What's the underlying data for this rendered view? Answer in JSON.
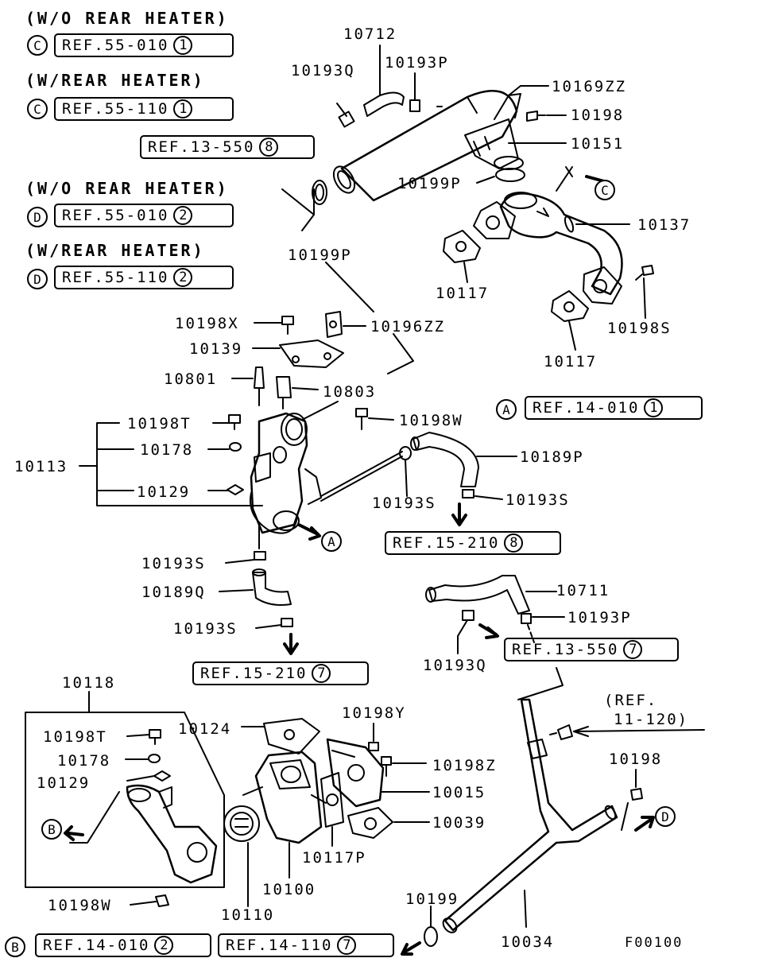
{
  "headers": {
    "wo_rear_heater_1": "(W/O REAR HEATER)",
    "w_rear_heater_1": "(W/REAR HEATER)",
    "wo_rear_heater_2": "(W/O REAR HEATER)",
    "w_rear_heater_2": "(W/REAR HEATER)"
  },
  "circles": {
    "a": "A",
    "b": "B",
    "c": "C",
    "d": "D"
  },
  "refs": {
    "r55010_1": {
      "text": "REF.55-010",
      "num": "1"
    },
    "r55110_1": {
      "text": "REF.55-110",
      "num": "1"
    },
    "r13550_8": {
      "text": "REF.13-550",
      "num": "8"
    },
    "r55010_2": {
      "text": "REF.55-010",
      "num": "2"
    },
    "r55110_2": {
      "text": "REF.55-110",
      "num": "2"
    },
    "r14010_1": {
      "text": "REF.14-010",
      "num": "1"
    },
    "r15210_8": {
      "text": "REF.15-210",
      "num": "8"
    },
    "r15210_7": {
      "text": "REF.15-210",
      "num": "7"
    },
    "r13550_7": {
      "text": "REF.13-550",
      "num": "7"
    },
    "r14010_2": {
      "text": "REF.14-010",
      "num": "2"
    },
    "r14110_7": {
      "text": "REF.14-110",
      "num": "7"
    }
  },
  "ref_11_120": {
    "line1": "(REF.",
    "line2": "11-120)"
  },
  "parts": {
    "p10712": "10712",
    "p10193Q_top": "10193Q",
    "p10193P_top": "10193P",
    "p10169ZZ": "10169ZZ",
    "p10198_top": "10198",
    "p10151": "10151",
    "p10199P_right": "10199P",
    "p10137": "10137",
    "p10199P_left": "10199P",
    "p10117_a": "10117",
    "p10117_b": "10117",
    "p10198S": "10198S",
    "p10198X": "10198X",
    "p10196ZZ": "10196ZZ",
    "p10139": "10139",
    "p10801": "10801",
    "p10803": "10803",
    "p10198T_top": "10198T",
    "p10198W_top": "10198W",
    "p10178_top": "10178",
    "p10113": "10113",
    "p10189P": "10189P",
    "p10129_top": "10129",
    "p10193S_a": "10193S",
    "p10193S_b": "10193S",
    "p10193S_c": "10193S",
    "p10189Q": "10189Q",
    "p10193S_d": "10193S",
    "p10711": "10711",
    "p10193P_mid": "10193P",
    "p10193Q_mid": "10193Q",
    "p10118": "10118",
    "p10124": "10124",
    "p10198Y": "10198Y",
    "p10198T_box": "10198T",
    "p10178_box": "10178",
    "p10129_box": "10129",
    "p10198Z": "10198Z",
    "p10015": "10015",
    "p10039": "10039",
    "p10117P": "10117P",
    "p10100": "10100",
    "p10110": "10110",
    "p10198_right": "10198",
    "p10198W_bot": "10198W",
    "p10199": "10199",
    "p10034": "10034"
  },
  "figure_code": "F00100"
}
